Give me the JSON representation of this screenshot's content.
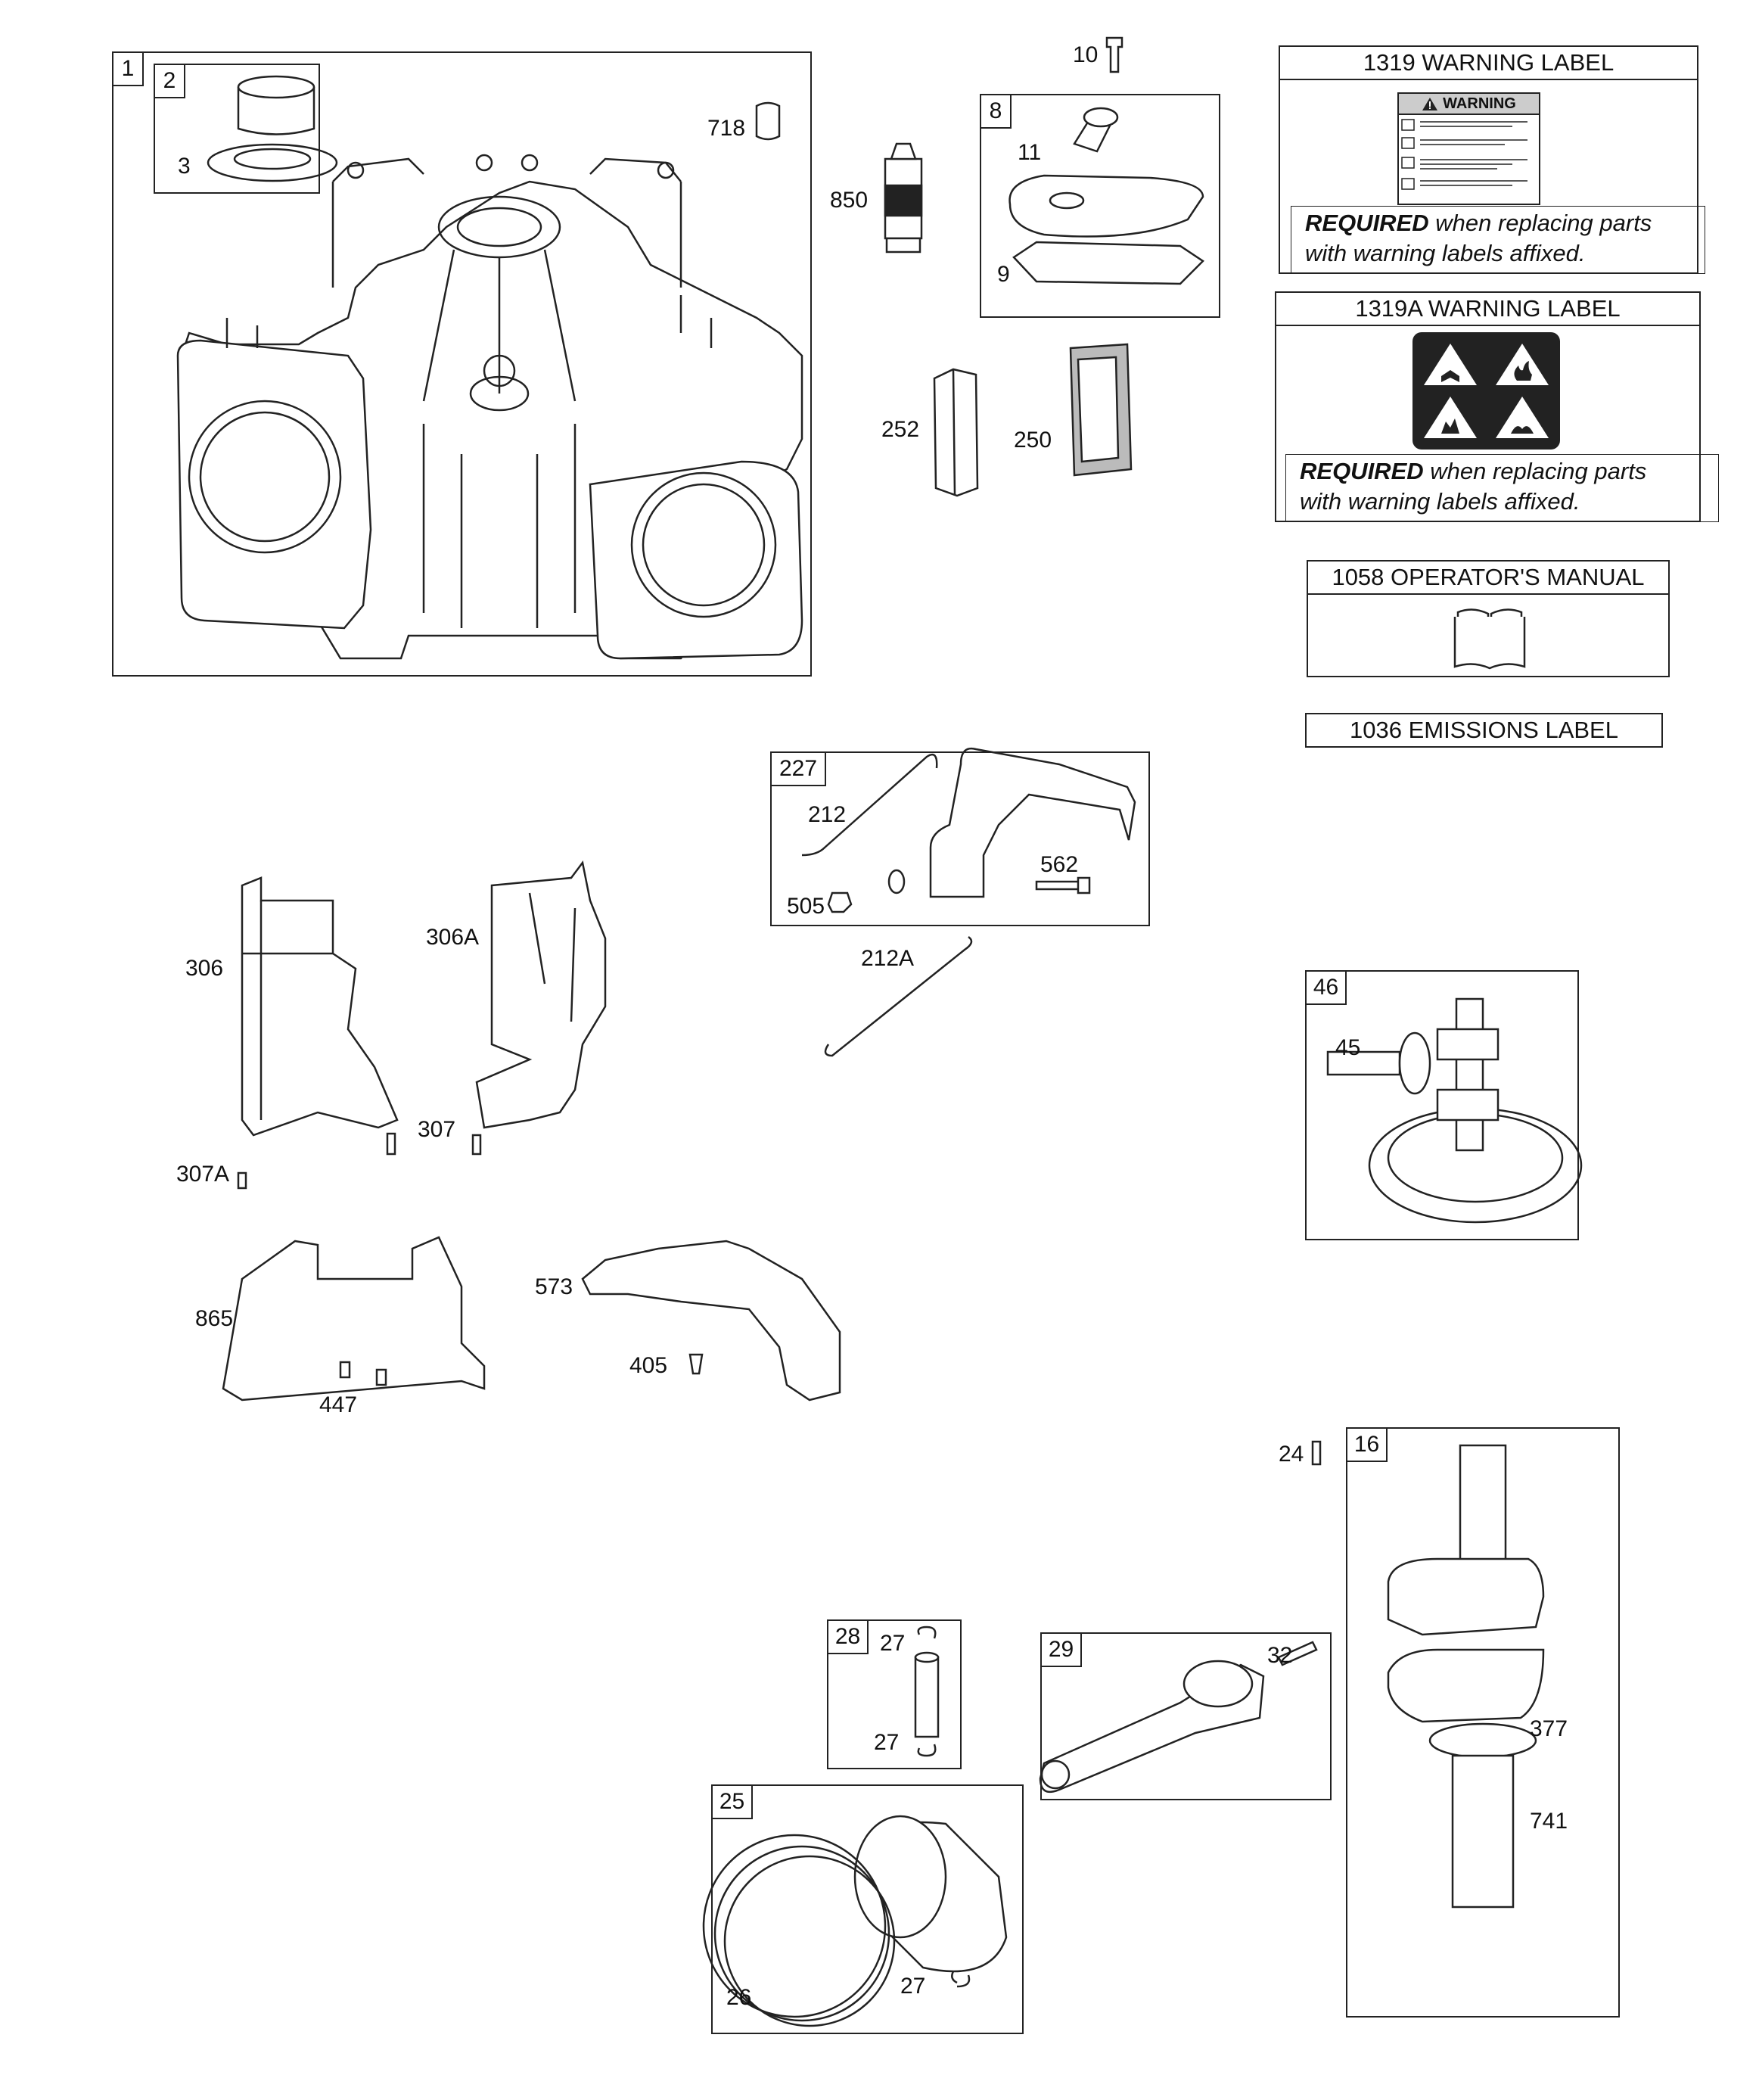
{
  "refs": {
    "r1": "1",
    "r2": "2",
    "r3": "3",
    "r718": "718",
    "r10": "10",
    "r8": "8",
    "r11": "11",
    "r9": "9",
    "r850": "850",
    "r252": "252",
    "r250": "250",
    "r227": "227",
    "r212": "212",
    "r505": "505",
    "r562": "562",
    "r212A": "212A",
    "r306": "306",
    "r306A": "306A",
    "r307": "307",
    "r307A": "307A",
    "r865": "865",
    "r447": "447",
    "r573": "573",
    "r405": "405",
    "r46": "46",
    "r45": "45",
    "r24": "24",
    "r16": "16",
    "r377": "377",
    "r741": "741",
    "r28": "28",
    "r27a": "27",
    "r27b": "27",
    "r27c": "27",
    "r29": "29",
    "r32": "32",
    "r25": "25",
    "r26": "26"
  },
  "labels": {
    "warning_1319_title": "1319 WARNING LABEL",
    "warning_1319a_title": "1319A WARNING LABEL",
    "warning_sticker_heading": "WARNING",
    "required_bold": "REQUIRED",
    "required_line1_rest": " when replacing parts",
    "required_line2": "with warning labels affixed.",
    "manual_1058": "1058 OPERATOR'S MANUAL",
    "emissions_1036": "1036 EMISSIONS LABEL"
  },
  "icons": [
    "book-icon",
    "warning-triangle-icon",
    "read-manual-icon",
    "fire-hazard-icon",
    "hot-surface-icon",
    "explosion-icon"
  ]
}
